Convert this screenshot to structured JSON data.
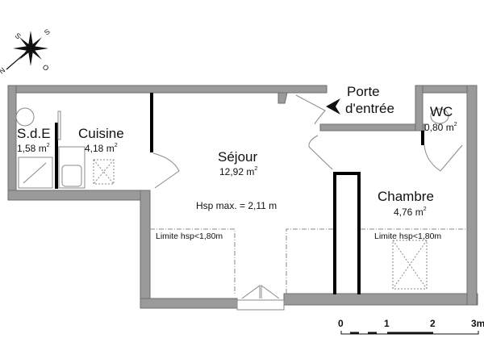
{
  "compass": {
    "labels": [
      "S",
      "S",
      "O",
      "N"
    ],
    "icon": "compass-rose-icon"
  },
  "rooms": {
    "sde": {
      "name": "S.d.E",
      "area": "1,58 m",
      "unit_sup": "2"
    },
    "cuisine": {
      "name": "Cuisine",
      "area": "4,18 m",
      "unit_sup": "2"
    },
    "sejour": {
      "name": "Séjour",
      "area": "12,92 m",
      "unit_sup": "2",
      "note": "Hsp max. = 2,11 m"
    },
    "wc": {
      "name": "WC",
      "area": "0,80 m",
      "unit_sup": "2"
    },
    "chambre": {
      "name": "Chambre",
      "area": "4,76 m",
      "unit_sup": "2"
    }
  },
  "entrance": {
    "line1": "Porte",
    "line2": "d'entrée",
    "icon": "arrow-left-icon"
  },
  "limits": {
    "sejour": "Limite hsp<1,80m",
    "chambre": "Limite hsp<1,80m"
  },
  "scale": {
    "ticks": [
      "0",
      "1",
      "2",
      "3m"
    ]
  },
  "colors": {
    "wall": "#9a9a9a",
    "wall_stroke": "#6e6e6e",
    "partition": "#000000",
    "fixture": "#888888"
  }
}
